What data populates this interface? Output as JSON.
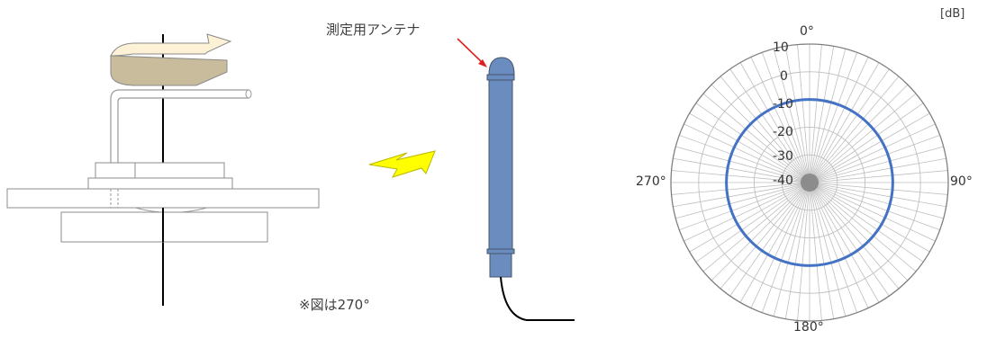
{
  "annotations": {
    "antenna_label": "測定用アンテナ",
    "figure_note": "※図は270°",
    "unit": "[dB]"
  },
  "colors": {
    "pattern": "#4472c4",
    "antenna_body": "#6a8cbf",
    "arrow_top": "#fdf1d6",
    "arrow_side": "#c9bc9c",
    "lightning": "#ffff00",
    "pointer_arrow": "#e02020",
    "grid": "#bfbfbf",
    "outline": "#7f7f7f"
  },
  "chart_data": {
    "type": "radar",
    "angle_labels": [
      "0°",
      "90°",
      "180°",
      "270°"
    ],
    "radial_ticks": [
      "10",
      "0",
      "-10",
      "-20",
      "-30",
      "-40"
    ],
    "radial_values": [
      10,
      0,
      -10,
      -20,
      -30,
      -40
    ],
    "r_range": [
      -40,
      10
    ],
    "spoke_count": 72,
    "series": [
      {
        "values_db_constant": -10
      }
    ]
  }
}
